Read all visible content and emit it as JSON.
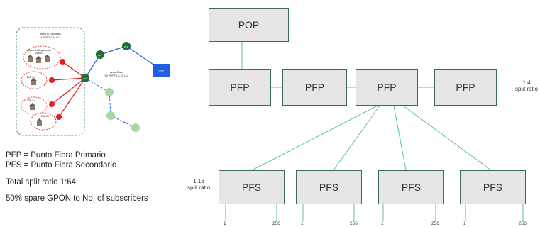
{
  "thumbnail": {
    "area_title_line1": "Area di Raccolta",
    "area_title_line2": "4 PFS T 1:64 U.I.",
    "area_core_line1": "Area Core",
    "area_core_line2": "XX PFP T 1:4   XX U.I.",
    "cluster_top_label": "Area di Allegamento",
    "cluster_top_sub": "256 U.I.",
    "cluster_labels": [
      "256 U.I.",
      "256 U.I.",
      "256 U.I."
    ],
    "node_pfp": "PFP",
    "node_pfp2": "PFP",
    "node_pfs": "PFS",
    "node_pop": "POP"
  },
  "legend": {
    "line1": "PFP = Punto Fibra Primario",
    "line2": "PFS = Punto Fibra Secondario",
    "line3": "Total split ratio 1:64",
    "line4": "50% spare GPON to No. of subscribers"
  },
  "diagram": {
    "pop_label": "POP",
    "pfp_labels": [
      "PFP",
      "PFP",
      "PFP",
      "PFP"
    ],
    "pfs_labels": [
      "PFS",
      "PFS",
      "PFS",
      "PFS"
    ],
    "pfp_ratio_line1": "1:4",
    "pfp_ratio_line2": "split ratio",
    "pfs_ratio_line1": "1:16",
    "pfs_ratio_line2": "split ratio",
    "port_first": "1",
    "port_last": "256"
  },
  "colors": {
    "connector": "#5fbfa0",
    "box_fill": "#e6e6e6",
    "box_border": "#3c6b5a",
    "dark_node": "#1f6b3a",
    "light_node": "#a5d8a5",
    "red_node": "#e02020",
    "blue_node": "#2060e0"
  }
}
